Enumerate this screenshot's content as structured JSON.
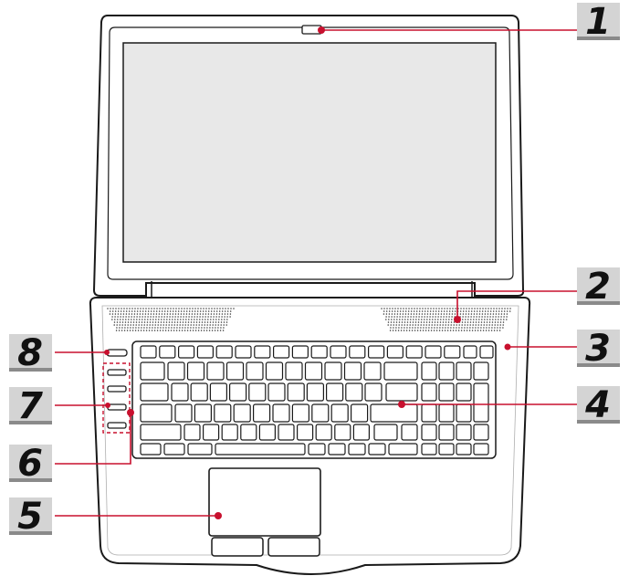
{
  "diagram": {
    "callouts": [
      {
        "number": "1",
        "part": "webcam"
      },
      {
        "number": "2",
        "part": "speaker"
      },
      {
        "number": "3",
        "part": "status-led"
      },
      {
        "number": "4",
        "part": "keyboard"
      },
      {
        "number": "5",
        "part": "touchpad"
      },
      {
        "number": "6",
        "part": "status-indicators"
      },
      {
        "number": "7",
        "part": "quick-launch-buttons"
      },
      {
        "number": "8",
        "part": "power-button"
      }
    ],
    "colors": {
      "leader": "#c8102e",
      "outline": "#1a1a1a",
      "screen_fill": "#e8e8e8",
      "tab_fill": "#d4d4d4",
      "tab_shadow": "#8a8a8a"
    }
  }
}
